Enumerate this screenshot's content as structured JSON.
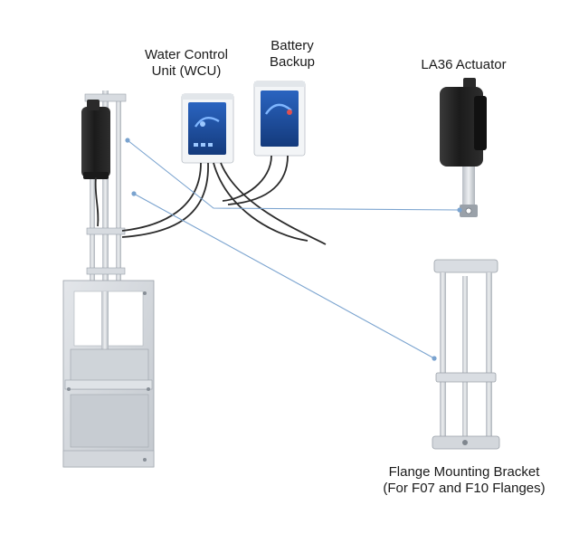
{
  "labels": {
    "wcu": {
      "line1": "Water Control",
      "line2": "Unit (WCU)"
    },
    "battery": {
      "line1": "Battery",
      "line2": "Backup"
    },
    "actuator": {
      "line1": "LA36 Actuator"
    },
    "bracket": {
      "line1": "Flange Mounting Bracket",
      "line2": "(For F07 and F10 Flanges)"
    }
  },
  "colors": {
    "callout_line": "#7aa3cf",
    "box_face": "#f1f3f5",
    "screen_blue": "#1d4f9e",
    "actuator_black": "#222222",
    "metal": "#c9ced4"
  }
}
